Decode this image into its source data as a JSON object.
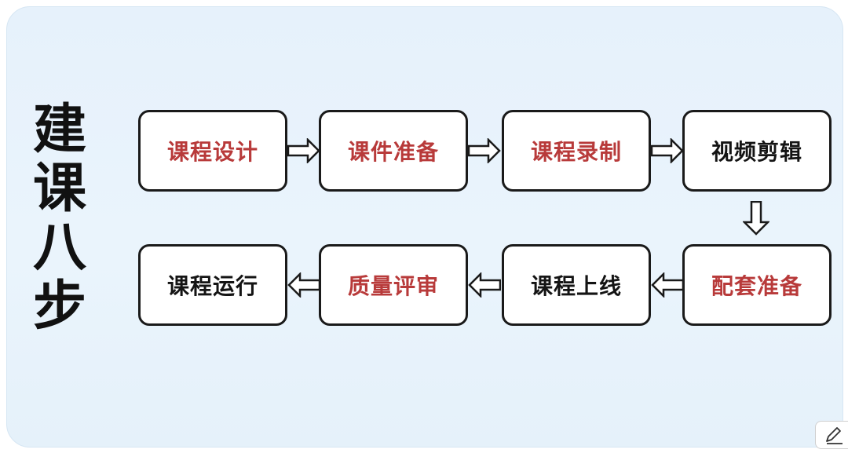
{
  "title_chars": [
    "建",
    "课",
    "八",
    "步"
  ],
  "steps": [
    {
      "label": "课程设计",
      "color": "#b83a3a"
    },
    {
      "label": "课件准备",
      "color": "#b83a3a"
    },
    {
      "label": "课程录制",
      "color": "#b83a3a"
    },
    {
      "label": "视频剪辑",
      "color": "#141414"
    },
    {
      "label": "配套准备",
      "color": "#b83a3a"
    },
    {
      "label": "课程上线",
      "color": "#141414"
    },
    {
      "label": "质量评审",
      "color": "#b83a3a"
    },
    {
      "label": "课程运行",
      "color": "#141414"
    }
  ],
  "icons": {
    "flow_arrow": "hollow-arrow-icon",
    "edit": "pencil-icon"
  },
  "colors": {
    "panel_bg": "#e6f1fb",
    "highlight_text": "#b83a3a",
    "normal_text": "#141414",
    "box_border": "#1a1a1a"
  }
}
